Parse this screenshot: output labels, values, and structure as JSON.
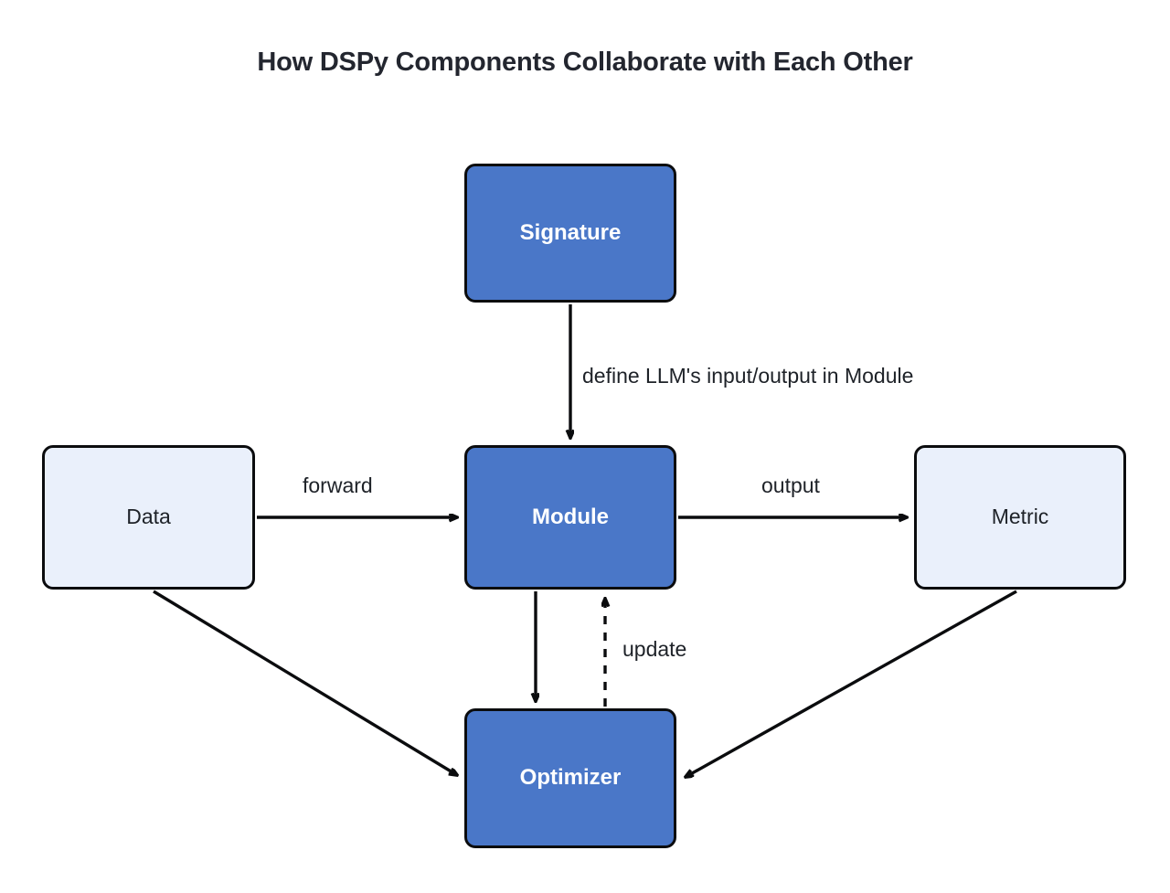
{
  "title": "How DSPy Components Collaborate with Each Other",
  "theme": {
    "background": "#ffffff",
    "primary_fill": "#4a77c8",
    "secondary_fill": "#eaf0fb",
    "stroke": "#0b0c0e",
    "primary_text": "#ffffff",
    "secondary_text": "#1e2228",
    "title_color": "#23262f"
  },
  "nodes": [
    {
      "id": "signature",
      "label": "Signature",
      "style": "primary"
    },
    {
      "id": "data",
      "label": "Data",
      "style": "secondary"
    },
    {
      "id": "module",
      "label": "Module",
      "style": "primary"
    },
    {
      "id": "metric",
      "label": "Metric",
      "style": "secondary"
    },
    {
      "id": "optimizer",
      "label": "Optimizer",
      "style": "primary"
    }
  ],
  "edges": [
    {
      "id": "signature-module",
      "from": "Signature",
      "to": "Module",
      "label": "define LLM's input/output in Module",
      "style": "solid",
      "arrow": "end"
    },
    {
      "id": "data-module",
      "from": "Data",
      "to": "Module",
      "label": "forward",
      "style": "solid",
      "arrow": "end"
    },
    {
      "id": "module-metric",
      "from": "Module",
      "to": "Metric",
      "label": "output",
      "style": "solid",
      "arrow": "end"
    },
    {
      "id": "module-optimizer",
      "from": "Module",
      "to": "Optimizer",
      "label": "",
      "style": "solid",
      "arrow": "end"
    },
    {
      "id": "optimizer-module",
      "from": "Optimizer",
      "to": "Module",
      "label": "update",
      "style": "dashed",
      "arrow": "end"
    },
    {
      "id": "data-optimizer",
      "from": "Data",
      "to": "Optimizer",
      "label": "",
      "style": "solid",
      "arrow": "end"
    },
    {
      "id": "metric-optimizer",
      "from": "Metric",
      "to": "Optimizer",
      "label": "",
      "style": "solid",
      "arrow": "end"
    }
  ],
  "edge_labels": {
    "define": "define LLM's input/output in Module",
    "forward": "forward",
    "output": "output",
    "update": "update"
  }
}
